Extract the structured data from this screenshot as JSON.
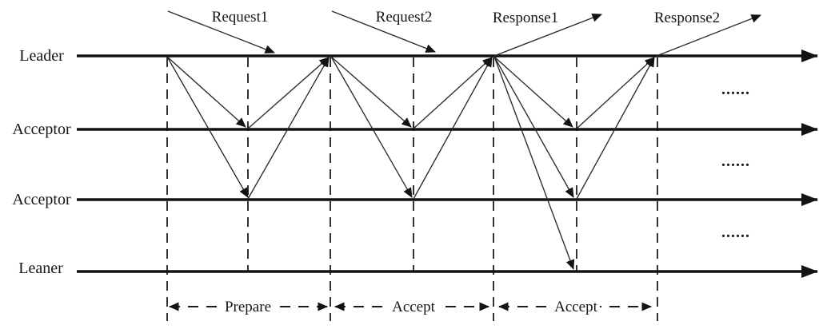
{
  "diagram": {
    "type": "sequence-message-flow",
    "lifelines": [
      {
        "label": "Leader"
      },
      {
        "label": "Acceptor"
      },
      {
        "label": "Acceptor"
      },
      {
        "label": "Leaner"
      }
    ],
    "annotations": {
      "request1": "Request1",
      "request2": "Request2",
      "response1": "Response1",
      "response2": "Response2"
    },
    "phases": [
      {
        "label": "Prepare"
      },
      {
        "label": "Accept"
      },
      {
        "label": "Accept"
      }
    ],
    "ellipsis": "......",
    "colors": {
      "line": "#131313",
      "background": "#ffffff"
    }
  }
}
